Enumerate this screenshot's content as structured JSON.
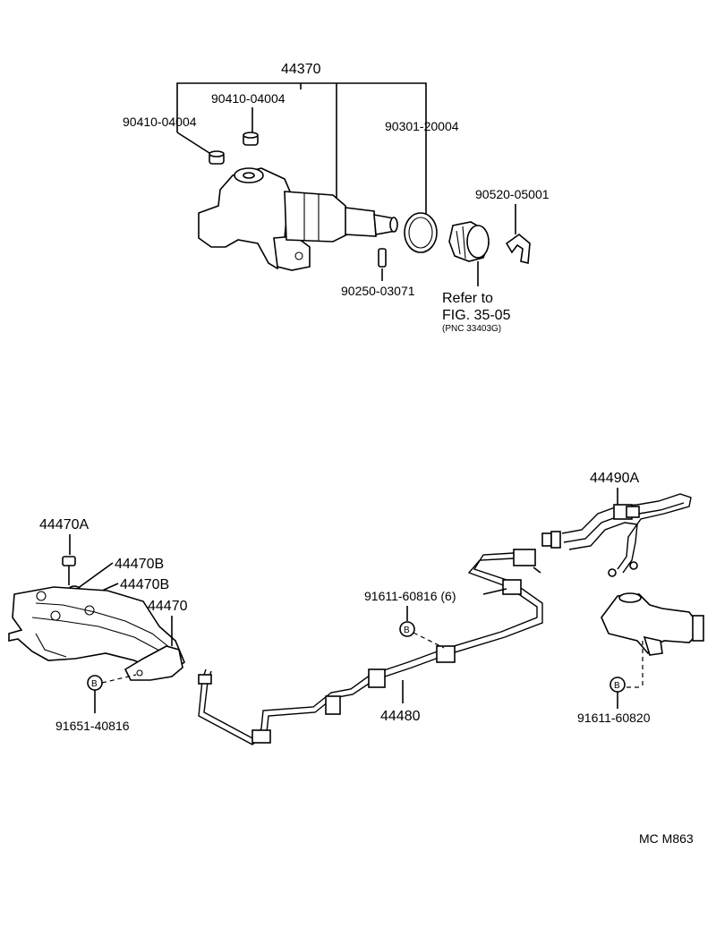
{
  "labels": {
    "p44370": "44370",
    "p90410_a": "90410-04004",
    "p90410_b": "90410-04004",
    "p90301": "90301-20004",
    "p90520": "90520-05001",
    "p90250": "90250-03071",
    "refer_line1": "Refer to",
    "refer_line2": "FIG. 35-05",
    "refer_line3": "(PNC 33403G)",
    "p44490A": "44490A",
    "p44470A": "44470A",
    "p44470B_a": "44470B",
    "p44470B_b": "44470B",
    "p44470": "44470",
    "p91611_60816": "91611-60816 (6)",
    "p44480": "44480",
    "p91651": "91651-40816",
    "p91611_60820": "91611-60820",
    "b_marker": "B",
    "footer_code": "MC  M863"
  }
}
